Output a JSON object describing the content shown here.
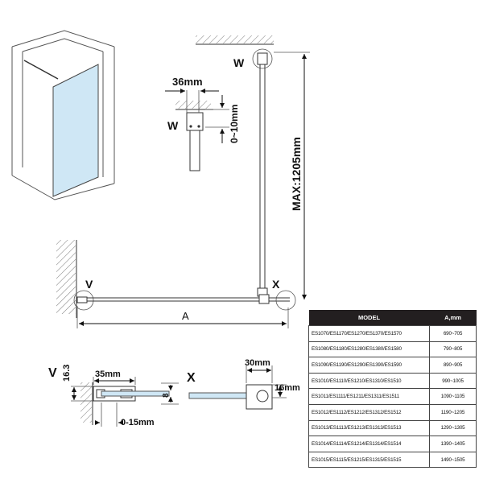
{
  "labels": {
    "w_top": "W",
    "max_height": "MAX:1205mm",
    "dim_36": "36mm",
    "dim_0_10": "0~10mm",
    "w_detail": "W",
    "v_mid": "V",
    "x_mid": "X",
    "a_dim": "A",
    "v_bottom": "V",
    "x_bottom": "X",
    "dim_16_3": "16.3",
    "dim_35": "35mm",
    "dim_8": "8",
    "dim_0_15": "0-15mm",
    "dim_30": "30mm",
    "dim_16": "16mm"
  },
  "table": {
    "headers": [
      "MODEL",
      "A,mm"
    ],
    "rows": [
      [
        "ES1070/ES1170/ES1270/ES1370/ES1570",
        "690~705"
      ],
      [
        "ES1080/ES1180/ES1280/ES1380/ES1580",
        "790~805"
      ],
      [
        "ES1090/ES1190/ES1290/ES1390/ES1590",
        "890~905"
      ],
      [
        "ES1010/ES1110/ES1210/ES1310/ES1510",
        "990~1005"
      ],
      [
        "ES1011/ES1111/ES1211/ES1311/ES1511",
        "1090~1105"
      ],
      [
        "ES1012/ES1112/ES1212/ES1312/ES1512",
        "1190~1205"
      ],
      [
        "ES1013/ES1113/ES1213/ES1313/ES1513",
        "1290~1305"
      ],
      [
        "ES1014/ES1114/ES1214/ES1314/ES1514",
        "1390~1405"
      ],
      [
        "ES1015/ES1115/ES1215/ES1315/ES1515",
        "1490~1505"
      ]
    ]
  },
  "colors": {
    "glass": "#cfe7f5",
    "header_bg": "#231f20"
  }
}
